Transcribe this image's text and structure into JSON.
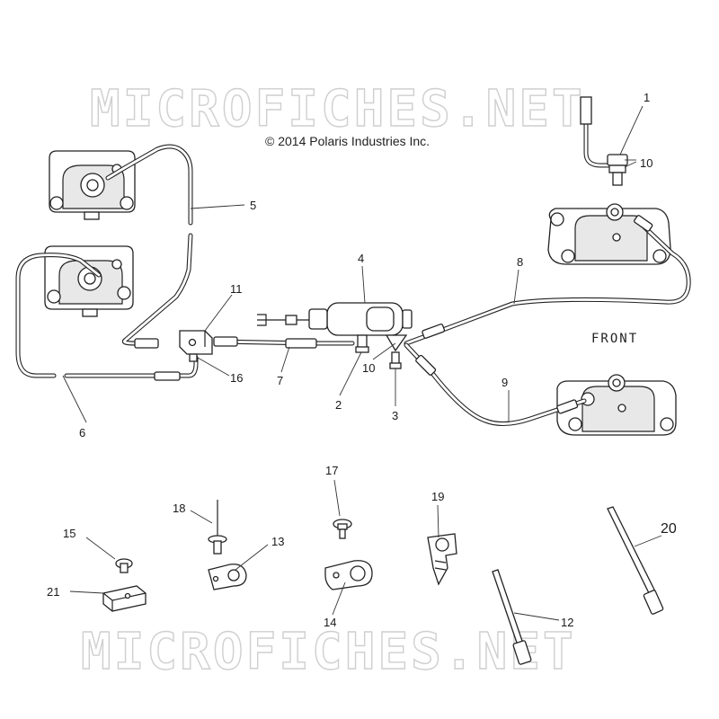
{
  "watermark": "MICROFICHES.NET",
  "copyright": "© 2014 Polaris Industries Inc.",
  "front_label": "FRONT",
  "callouts": [
    "1",
    "10",
    "5",
    "4",
    "8",
    "11",
    "16",
    "7",
    "2",
    "10",
    "3",
    "6",
    "9",
    "17",
    "19",
    "20",
    "18",
    "15",
    "13",
    "21",
    "14",
    "12"
  ]
}
